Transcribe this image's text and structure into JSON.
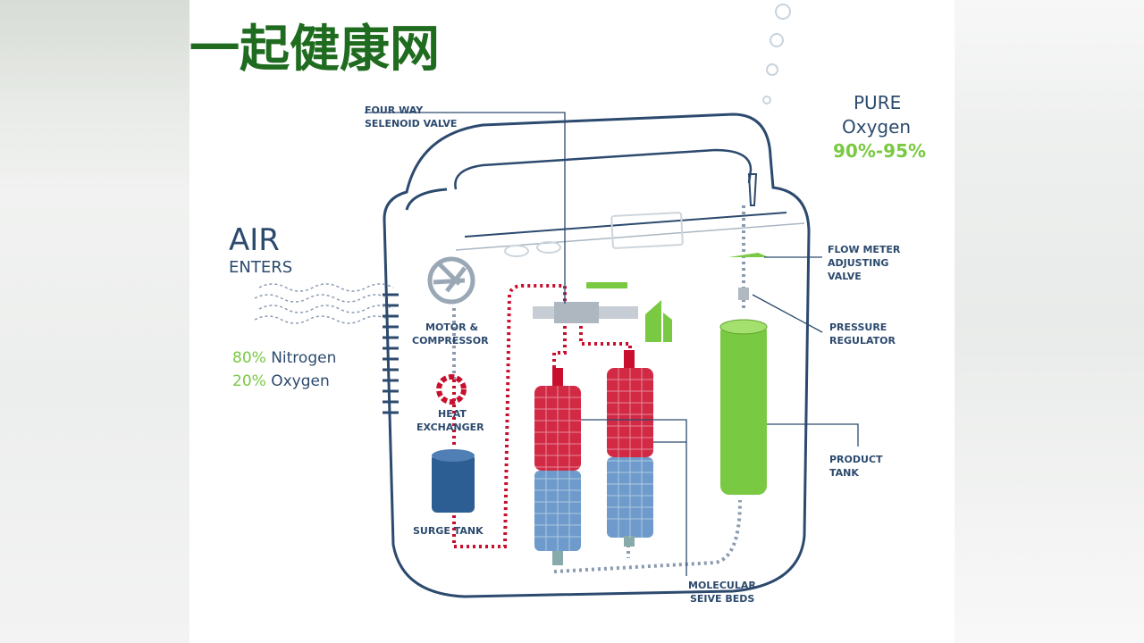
{
  "watermark": "一起健康网",
  "labels": {
    "valve_line1": "FOUR WAY",
    "valve_line2": "SELENOID VALVE",
    "pure": "PURE",
    "oxygen": "Oxygen",
    "purity": "90%-95%",
    "air": "AIR",
    "enters": "ENTERS",
    "nitrogen_pct": "80%",
    "nitrogen": "Nitrogen",
    "oxygen_pct": "20%",
    "oxygen_in": "Oxygen",
    "motor_line1": "MOTOR &",
    "motor_line2": "COMPRESSOR",
    "heat_line1": "HEAT",
    "heat_line2": "EXCHANGER",
    "surge": "SURGE TANK",
    "flow_line1": "FLOW METER",
    "flow_line2": "ADJUSTING",
    "flow_line3": "VALVE",
    "pressure_line1": "PRESSURE",
    "pressure_line2": "REGULATOR",
    "product_line1": "PRODUCT",
    "product_line2": "TANK",
    "sieve_line1": "MOLECULAR",
    "sieve_line2": "SEIVE BEDS"
  },
  "colors": {
    "navy": "#2c4a6e",
    "green": "#7ac943",
    "red": "#c8102e",
    "blue": "#2f5f9e"
  }
}
